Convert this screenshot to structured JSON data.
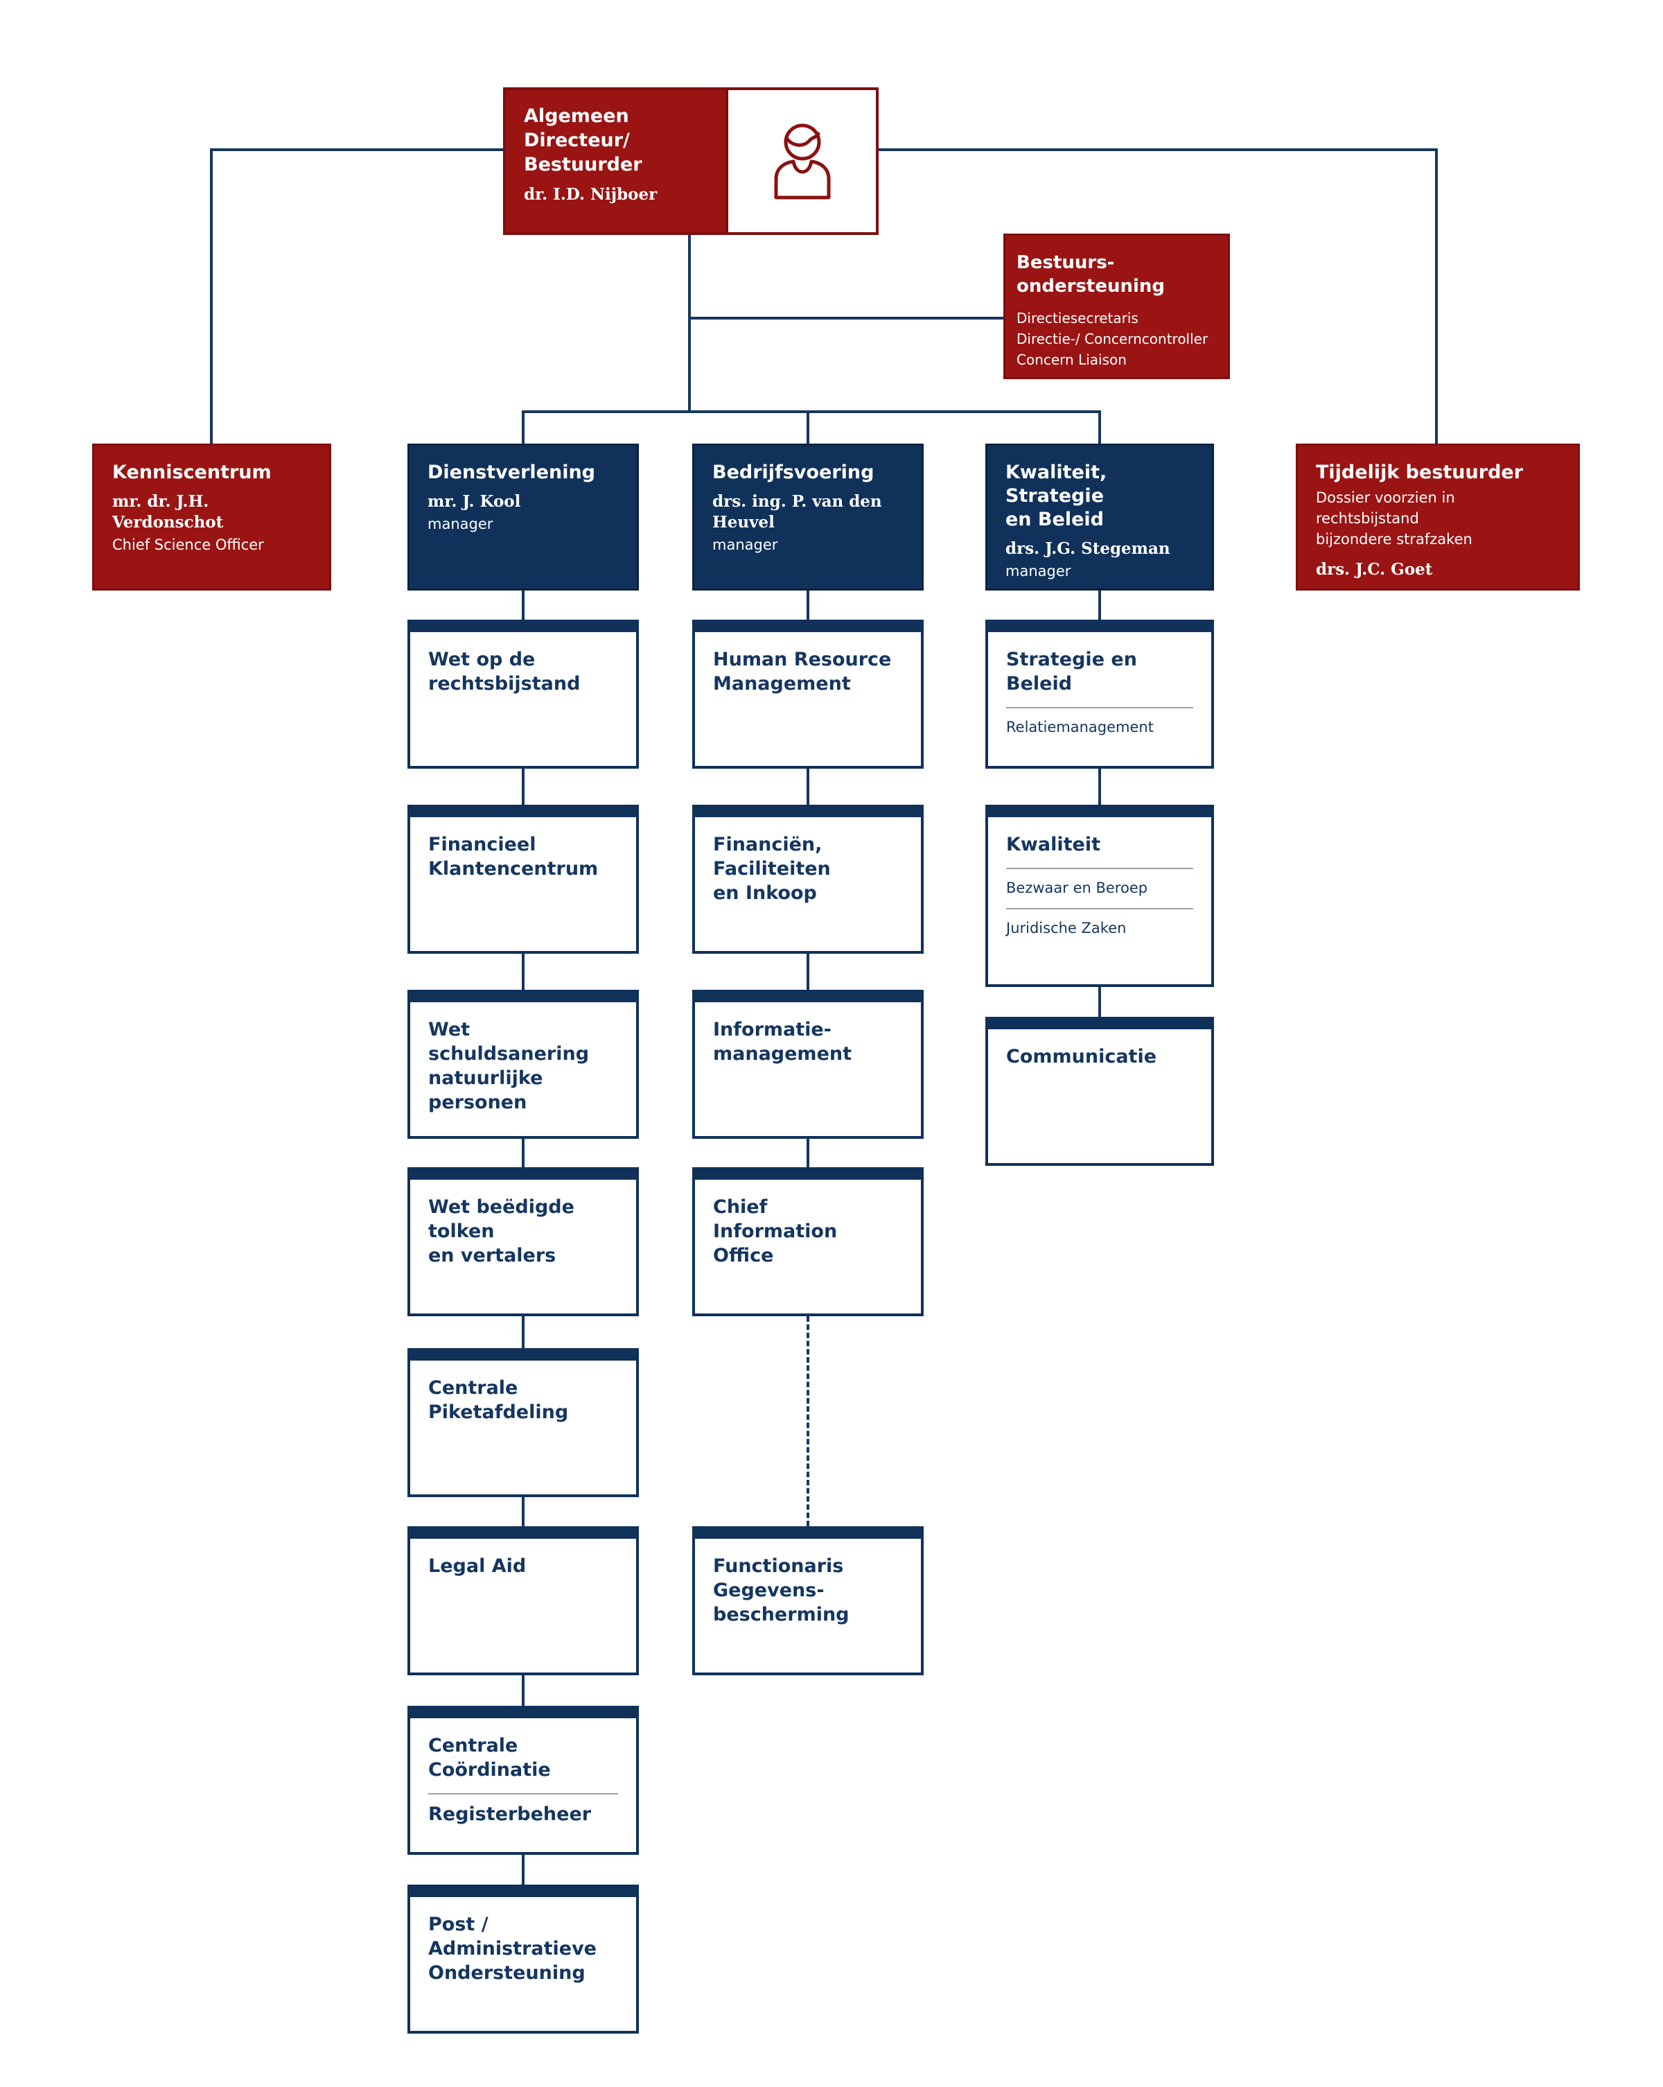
{
  "colors": {
    "red": "#9A1414",
    "red_border": "#7E0E0E",
    "navy": "#10315A",
    "navy_border": "#0A2340",
    "line_navy": "#16365E",
    "text_navy": "#153660",
    "divider_gray": "#99A0AA",
    "white": "#ffffff"
  },
  "root": {
    "title": "Algemeen\nDirecteur/\nBestuurder",
    "name": "dr. I.D. Nijboer",
    "icon": "person-icon"
  },
  "staff": {
    "title": "Bestuurs-\nondersteuning",
    "roles": [
      "Directiesecretaris",
      "Directie-/ Concerncontroller",
      "Concern Liaison"
    ]
  },
  "departments": [
    {
      "title": "Kenniscentrum",
      "name": "mr. dr. J.H. Verdonschot",
      "subtitle": "Chief Science Officer",
      "style": "red"
    },
    {
      "title": "Dienstverlening",
      "name": "mr. J. Kool",
      "subtitle": "manager",
      "style": "blue"
    },
    {
      "title": "Bedrijfsvoering",
      "name": "drs. ing. P. van den Heuvel",
      "subtitle": "manager",
      "style": "blue"
    },
    {
      "title": "Kwaliteit,\nStrategie\nen Beleid",
      "name": "drs. J.G. Stegeman",
      "subtitle": "manager",
      "style": "blue"
    },
    {
      "title": "Tijdelijk bestuurder",
      "subtitle": "Dossier voorzien in rechtsbijstand\nbijzondere strafzaken",
      "name": "drs. J.C. Goet",
      "style": "red"
    }
  ],
  "columns": {
    "dienstverlening": [
      {
        "title": "Wet op de\nrechtsbijstand"
      },
      {
        "title": "Financieel\nKlantencentrum"
      },
      {
        "title": "Wet\nschuldsanering\nnatuurlijke\npersonen"
      },
      {
        "title": "Wet beëdigde\ntolken\nen vertalers"
      },
      {
        "title": "Centrale\nPiketafdeling"
      },
      {
        "title": "Legal Aid"
      },
      {
        "title": "Centrale\nCoördinatie",
        "items": [
          "Registerbeheer"
        ]
      },
      {
        "title": "Post /\nAdministratieve\nOndersteuning"
      }
    ],
    "bedrijfsvoering": [
      {
        "title": "Human Resource\nManagement"
      },
      {
        "title": "Financiën,\nFaciliteiten\nen Inkoop"
      },
      {
        "title": "Informatie-\nmanagement"
      },
      {
        "title": "Chief\nInformation\nOffice"
      },
      {
        "title": "Functionaris\nGegevens-\nbescherming"
      }
    ],
    "kwaliteit": [
      {
        "title": "Strategie en\nBeleid",
        "items": [
          "Relatiemanagement"
        ]
      },
      {
        "title": "Kwaliteit",
        "items": [
          "Bezwaar en Beroep",
          "Juridische Zaken"
        ]
      },
      {
        "title": "Communicatie"
      }
    ]
  }
}
